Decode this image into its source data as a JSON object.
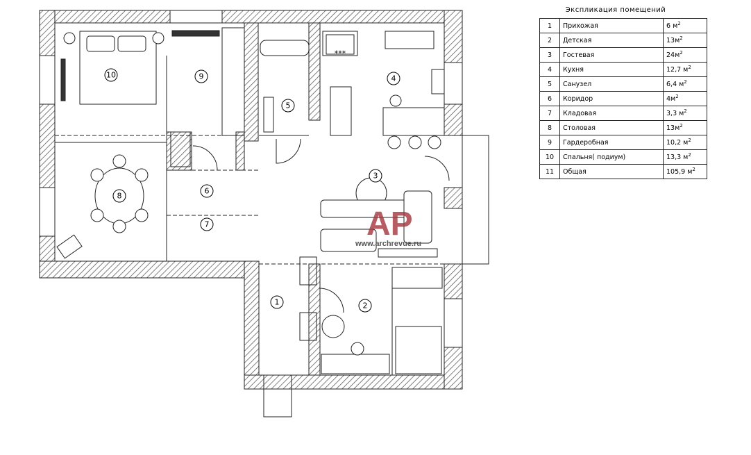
{
  "legend": {
    "title": "Экспликация помещений",
    "rows": [
      {
        "num": "1",
        "name": "Прихожая",
        "area": "6 м",
        "sup": "2"
      },
      {
        "num": "2",
        "name": "Детская",
        "area": "13м",
        "sup": "2"
      },
      {
        "num": "3",
        "name": "Гостевая",
        "area": "24м",
        "sup": "2"
      },
      {
        "num": "4",
        "name": "Кухня",
        "area": "12,7 м",
        "sup": "2"
      },
      {
        "num": "5",
        "name": "Санузел",
        "area": "6,4 м",
        "sup": "2"
      },
      {
        "num": "6",
        "name": "Коридор",
        "area": "4м",
        "sup": "2"
      },
      {
        "num": "7",
        "name": "Кладовая",
        "area": "3,3 м",
        "sup": "2"
      },
      {
        "num": "8",
        "name": "Столовая",
        "area": "13м",
        "sup": "2"
      },
      {
        "num": "9",
        "name": "Гардеробная",
        "area": "10,2 м",
        "sup": "2"
      },
      {
        "num": "10",
        "name": "Спальня( подиум)",
        "area": "13,3 м",
        "sup": "2"
      },
      {
        "num": "11",
        "name": "Общая",
        "area": "105,9 м",
        "sup": "2"
      }
    ]
  },
  "plan": {
    "room_markers": [
      "10",
      "9",
      "5",
      "4",
      "3",
      "6",
      "7",
      "8",
      "1",
      "2"
    ],
    "stove_label": "***",
    "watermark_logo": "AP",
    "watermark_url": "www.archrevue.ru"
  }
}
